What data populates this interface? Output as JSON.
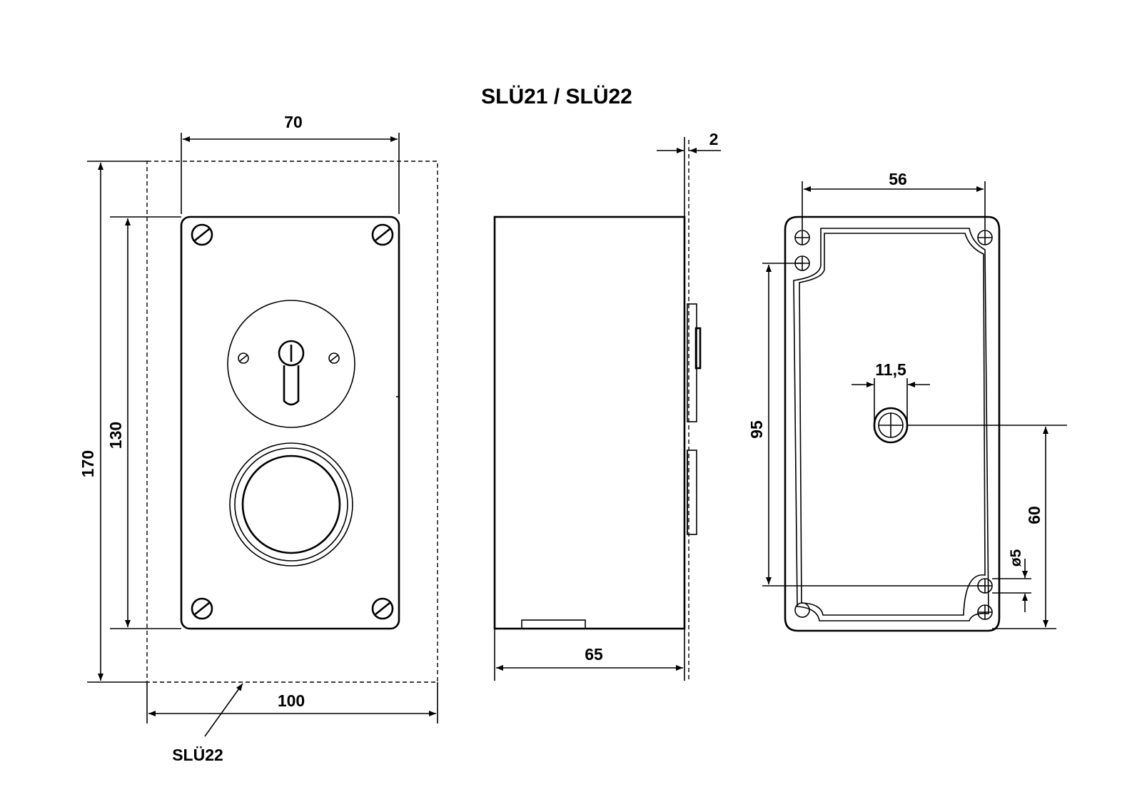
{
  "title": "SLÜ21 / SLÜ22",
  "front_view": {
    "dim_width_plate": "70",
    "dim_height_outer": "170",
    "dim_height_plate": "130",
    "dim_width_outer": "100",
    "variant_label": "SLÜ22"
  },
  "side_view": {
    "dim_depth": "65",
    "dim_flange": "2"
  },
  "rear_view": {
    "dim_hole_spacing_x": "56",
    "dim_hole_spacing_y": "95",
    "dim_entry_width": "11,5",
    "dim_entry_height": "60",
    "dim_hole_diameter": "ø5"
  }
}
